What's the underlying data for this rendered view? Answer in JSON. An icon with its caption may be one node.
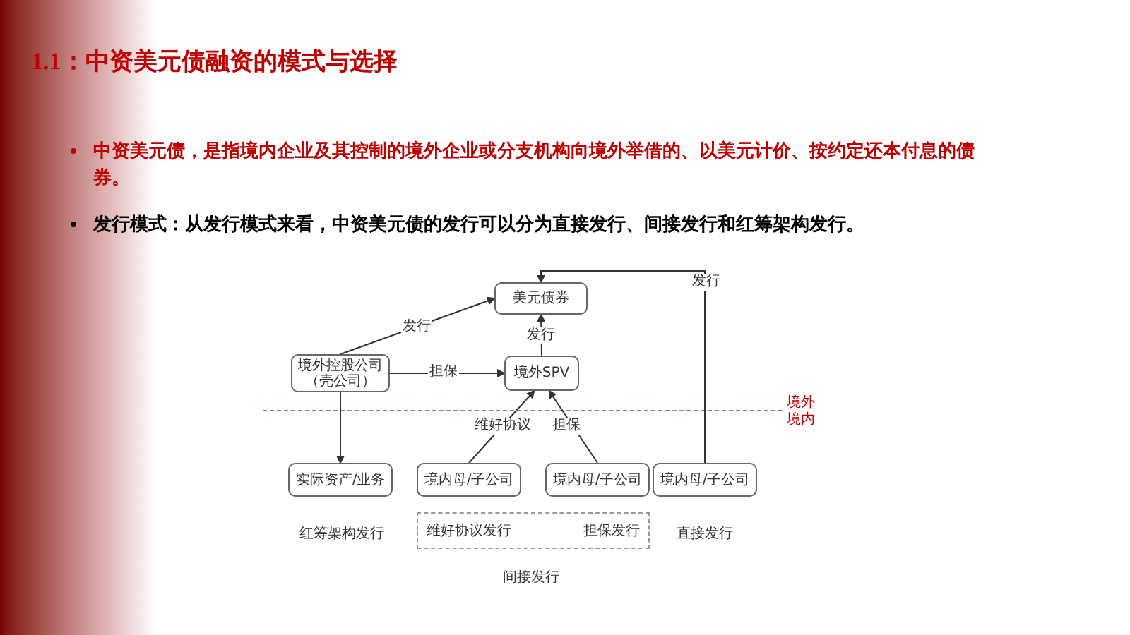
{
  "diagram": {
    "title": "1.1：中资美元债融资的模式与选择",
    "nodes": [
      {
        "text": [
          "美元债券"
        ]
      },
      {
        "text": [
          "境外控股公司（壳公司）"
        ]
      },
      {
        "text": [
          "境外SPV"
        ]
      },
      {
        "text": [
          "实际资产/业务"
        ]
      },
      {
        "text": [
          "境内母/子公司"
        ]
      },
      {
        "text": [
          "境内母/子公司"
        ]
      },
      {
        "text": [
          "境内母/子公司"
        ]
      },
      {
        "text": [
          "维好协议发行",
          "担保发行",
          "间接发行"
        ]
      }
    ],
    "edges": [
      {
        "from": 1,
        "to": 0,
        "arrow": "to",
        "label": "发行"
      },
      {
        "from": 1,
        "to": 2,
        "arrow": "to",
        "label": "担保"
      },
      {
        "from": 2,
        "to": 0,
        "arrow": "to",
        "label": "发行"
      },
      {
        "from": 4,
        "to": 2,
        "arrow": "to",
        "label": "维好协议"
      },
      {
        "from": 5,
        "to": 2,
        "arrow": "to",
        "label": "担保"
      },
      {
        "from": 1,
        "to": 3,
        "arrow": "to"
      },
      {
        "from": 6,
        "to": 0,
        "arrow": "to",
        "label": "发行"
      }
    ],
    "labels": [
      "中资美元债，是指境内企业及其控制的境外企业或分支机构向境外举借的、以美元计价、按约定还本付息的债券。",
      "发行模式：从发行模式来看，中资美元债的发行可以分为直接发行、间接发行和红筹架构发行。",
      "红筹架构发行",
      "直接发行",
      "境外",
      "境内"
    ]
  }
}
